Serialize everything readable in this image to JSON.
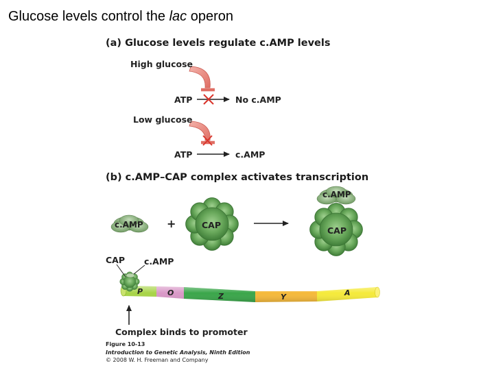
{
  "slide": {
    "title_pre": "Glucose levels control the ",
    "title_em": "lac",
    "title_post": " operon"
  },
  "panel_a": {
    "heading": "(a) Glucose levels regulate c.AMP levels",
    "high_glucose": "High glucose",
    "low_glucose": "Low glucose",
    "atp_top": "ATP",
    "no_camp": "No c.AMP",
    "atp_bottom": "ATP",
    "camp_out": "c.AMP"
  },
  "panel_b": {
    "heading": "(b) c.AMP–CAP complex activates transcription",
    "camp": "c.AMP",
    "plus": "+",
    "cap": "CAP",
    "complex_camp": "c.AMP",
    "complex_cap": "CAP",
    "dna_cap": "CAP",
    "dna_camp": "c.AMP",
    "genes": [
      "P",
      "O",
      "Z",
      "Y",
      "A"
    ],
    "binds_label": "Complex binds to promoter"
  },
  "caption": {
    "figure": "Figure 10-13",
    "book": "Introduction to Genetic Analysis, Ninth Edition",
    "copyright": "© 2008 W. H. Freeman and Company"
  },
  "colors": {
    "inhibitor": "#e8837a",
    "cross": "#d9342b",
    "cap_green": "#5e9e52",
    "camp_green": "#8fb882",
    "dna_green": "#9ccf3e",
    "dna_yellow": "#f5ea3a",
    "dna_orange": "#f5b93a",
    "dna_pink": "#d998c7",
    "dna_dkgreen": "#3aa64a"
  }
}
